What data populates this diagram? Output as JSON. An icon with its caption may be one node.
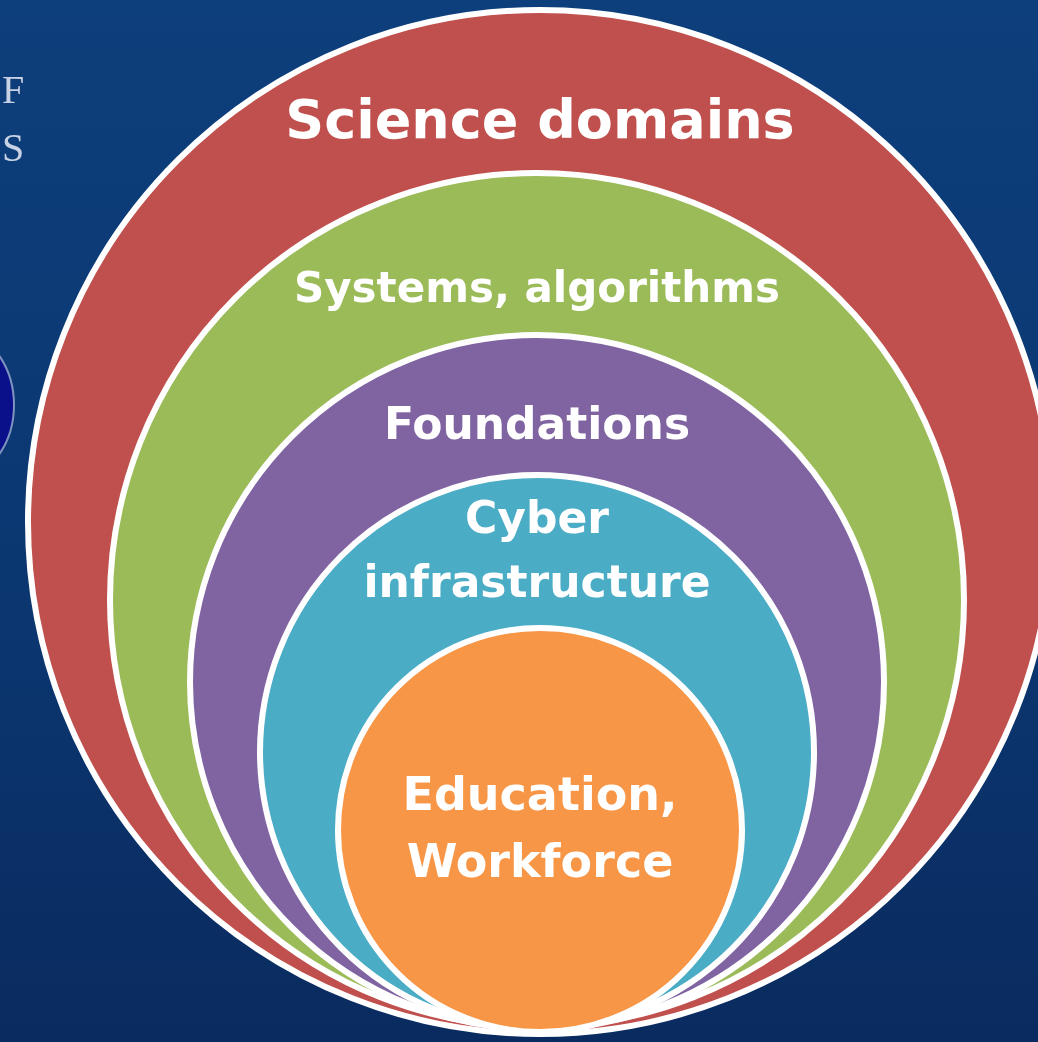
{
  "diagram": {
    "nodes": [
      {
        "text": [
          "Science domains"
        ]
      },
      {
        "text": [
          "Systems, algorithms"
        ],
        "in": 0
      },
      {
        "text": [
          "Foundations"
        ],
        "in": 1
      },
      {
        "text": [
          "Cyber infrastructure"
        ],
        "in": 2
      },
      {
        "text": [
          "Education, Workforce"
        ],
        "in": 3
      },
      {
        "text": [],
        "shape": "circle"
      }
    ],
    "labels": [
      "F",
      "S"
    ]
  }
}
